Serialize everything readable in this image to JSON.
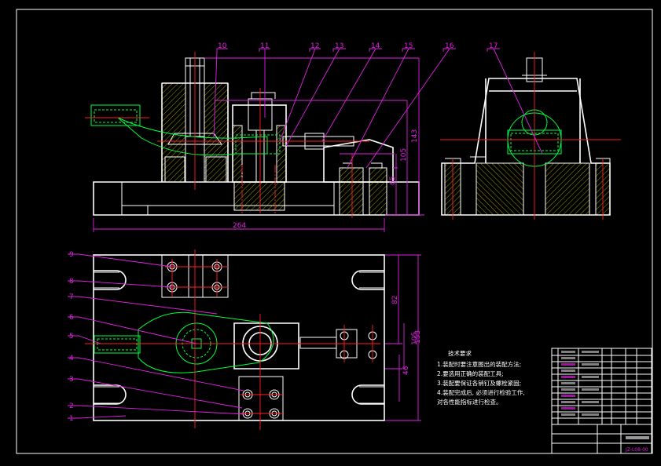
{
  "drawing": {
    "part_labels_top": [
      "10",
      "11",
      "12",
      "13",
      "14",
      "15",
      "16",
      "17"
    ],
    "part_labels_left": [
      "9",
      "8",
      "7",
      "6",
      "5",
      "4",
      "3",
      "2",
      "1"
    ],
    "dims": {
      "overall_width": "264",
      "height_143": "143",
      "height_105": "105",
      "height_65": "65",
      "plan_153": "153",
      "plan_105": "105",
      "plan_82": "82",
      "plan_46": "46"
    },
    "notes": {
      "title": "技术要求",
      "lines": [
        "1.装配时要注意图出的装配方法;",
        "2.要选用正确的装配工具;",
        "3.装配要保证各销钉及螺栓紧固;",
        "4.装配完成后, 必须进行检验工作,",
        "对各性能指标进行检查。"
      ]
    },
    "title_block": {
      "drawing_no": "JZ-L08-00"
    }
  },
  "colors": {
    "background": "#000000",
    "outline": "#ffffff",
    "part": "#00ff3c",
    "centerline": "#ff2020",
    "leader": "#e020e0",
    "hatch": "#e0e000"
  }
}
